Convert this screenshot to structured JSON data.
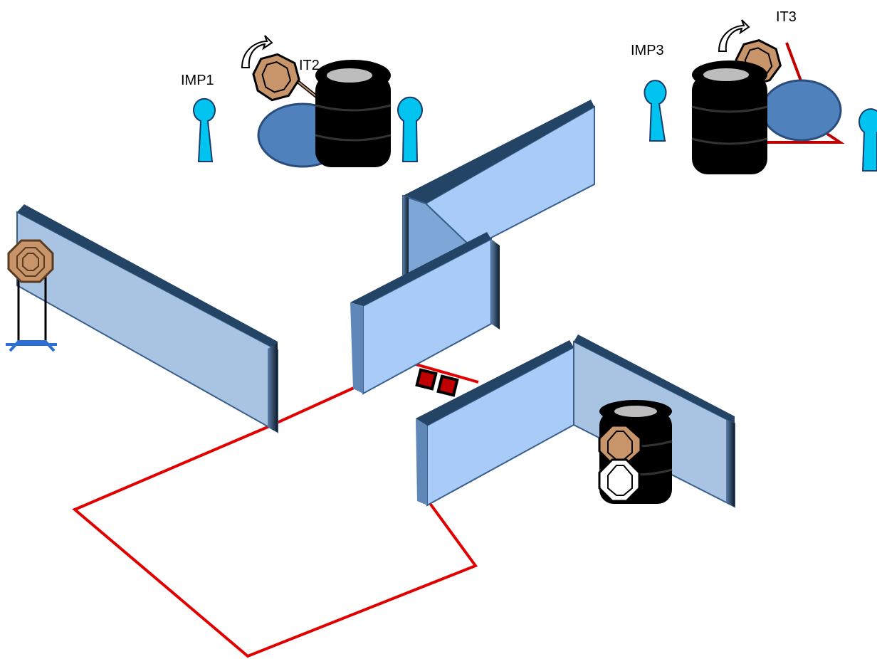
{
  "labels": {
    "imp1": "IMP1",
    "it2": "IT2",
    "imp3": "IMP3",
    "it3": "IT3"
  },
  "colors": {
    "wall_face": "#a9c4e3",
    "wall_face_light": "#a8cbf7",
    "wall_edge": "#1f3a5c",
    "fault_line": "#e00000",
    "steel_target": "#c8956a",
    "no_shoot_target": "#ffffff",
    "popper": "#00c4f0",
    "tire": "#000000",
    "swinger_disc": "#4f81bd",
    "start_box": "#c00000"
  },
  "icons": {
    "steel_target": "octagon-target-icon",
    "popper": "popper-icon",
    "tire_stack": "tire-stack-icon",
    "swinger": "swing-arrow-icon"
  }
}
